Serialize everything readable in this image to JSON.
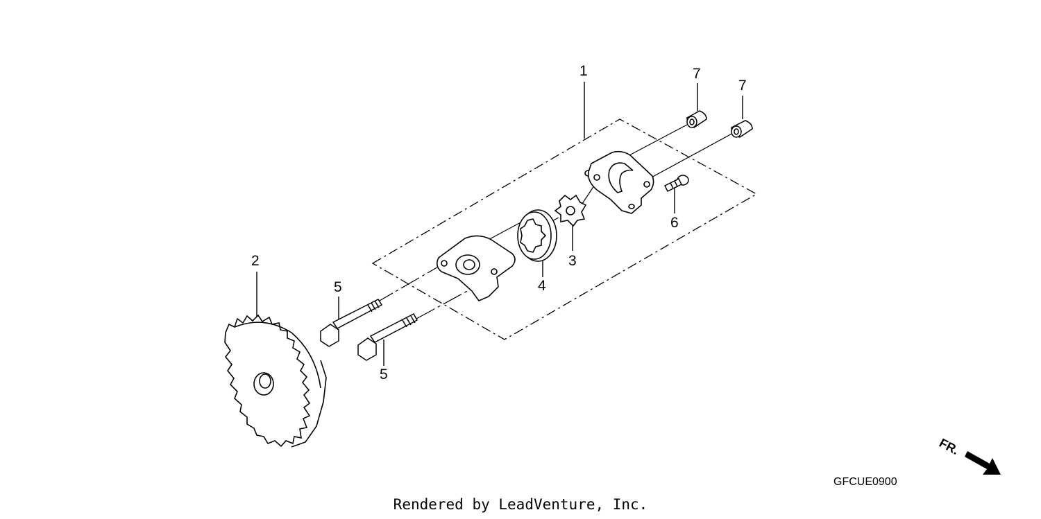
{
  "callouts": {
    "c1": "1",
    "c2": "2",
    "c3": "3",
    "c4": "4",
    "c5a": "5",
    "c5b": "5",
    "c6": "6",
    "c7a": "7",
    "c7b": "7"
  },
  "diagram_code": "GFCUE0900",
  "credit": "Rendered by LeadVenture, Inc.",
  "front_marker": "FR."
}
